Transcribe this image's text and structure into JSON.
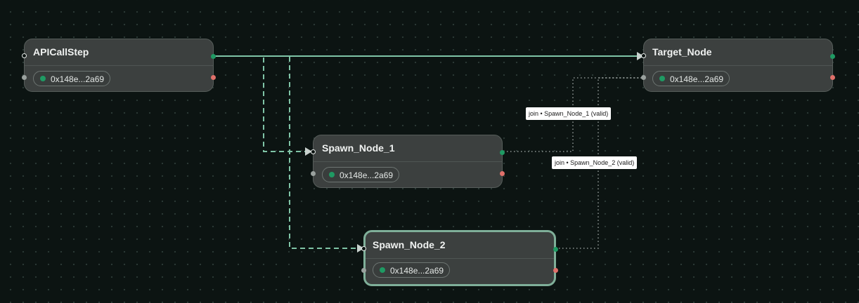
{
  "nodes": [
    {
      "id": "api",
      "title": "APICallStep",
      "chip": "0x148e...2a69"
    },
    {
      "id": "target",
      "title": "Target_Node",
      "chip": "0x148e...2a69"
    },
    {
      "id": "spawn1",
      "title": "Spawn_Node_1",
      "chip": "0x148e...2a69"
    },
    {
      "id": "spawn2",
      "title": "Spawn_Node_2",
      "chip": "0x148e...2a69",
      "selected": true
    }
  ],
  "edges": [
    {
      "from": "APICallStep",
      "to": "Target_Node",
      "style": "solid"
    },
    {
      "from": "APICallStep",
      "to": "Spawn_Node_1",
      "style": "dashed"
    },
    {
      "from": "APICallStep",
      "to": "Spawn_Node_2",
      "style": "dashed"
    },
    {
      "from": "Spawn_Node_1",
      "to": "Target_Node",
      "style": "dotted",
      "label": "join • Spawn_Node_1 (valid)"
    },
    {
      "from": "Spawn_Node_2",
      "to": "Target_Node",
      "style": "dotted",
      "label": "join • Spawn_Node_2 (valid)"
    }
  ],
  "colors": {
    "edge": "#7fc4a6",
    "dotted": "#8e9794",
    "status_ok": "#1f9a63",
    "port_error": "#e0706a"
  }
}
